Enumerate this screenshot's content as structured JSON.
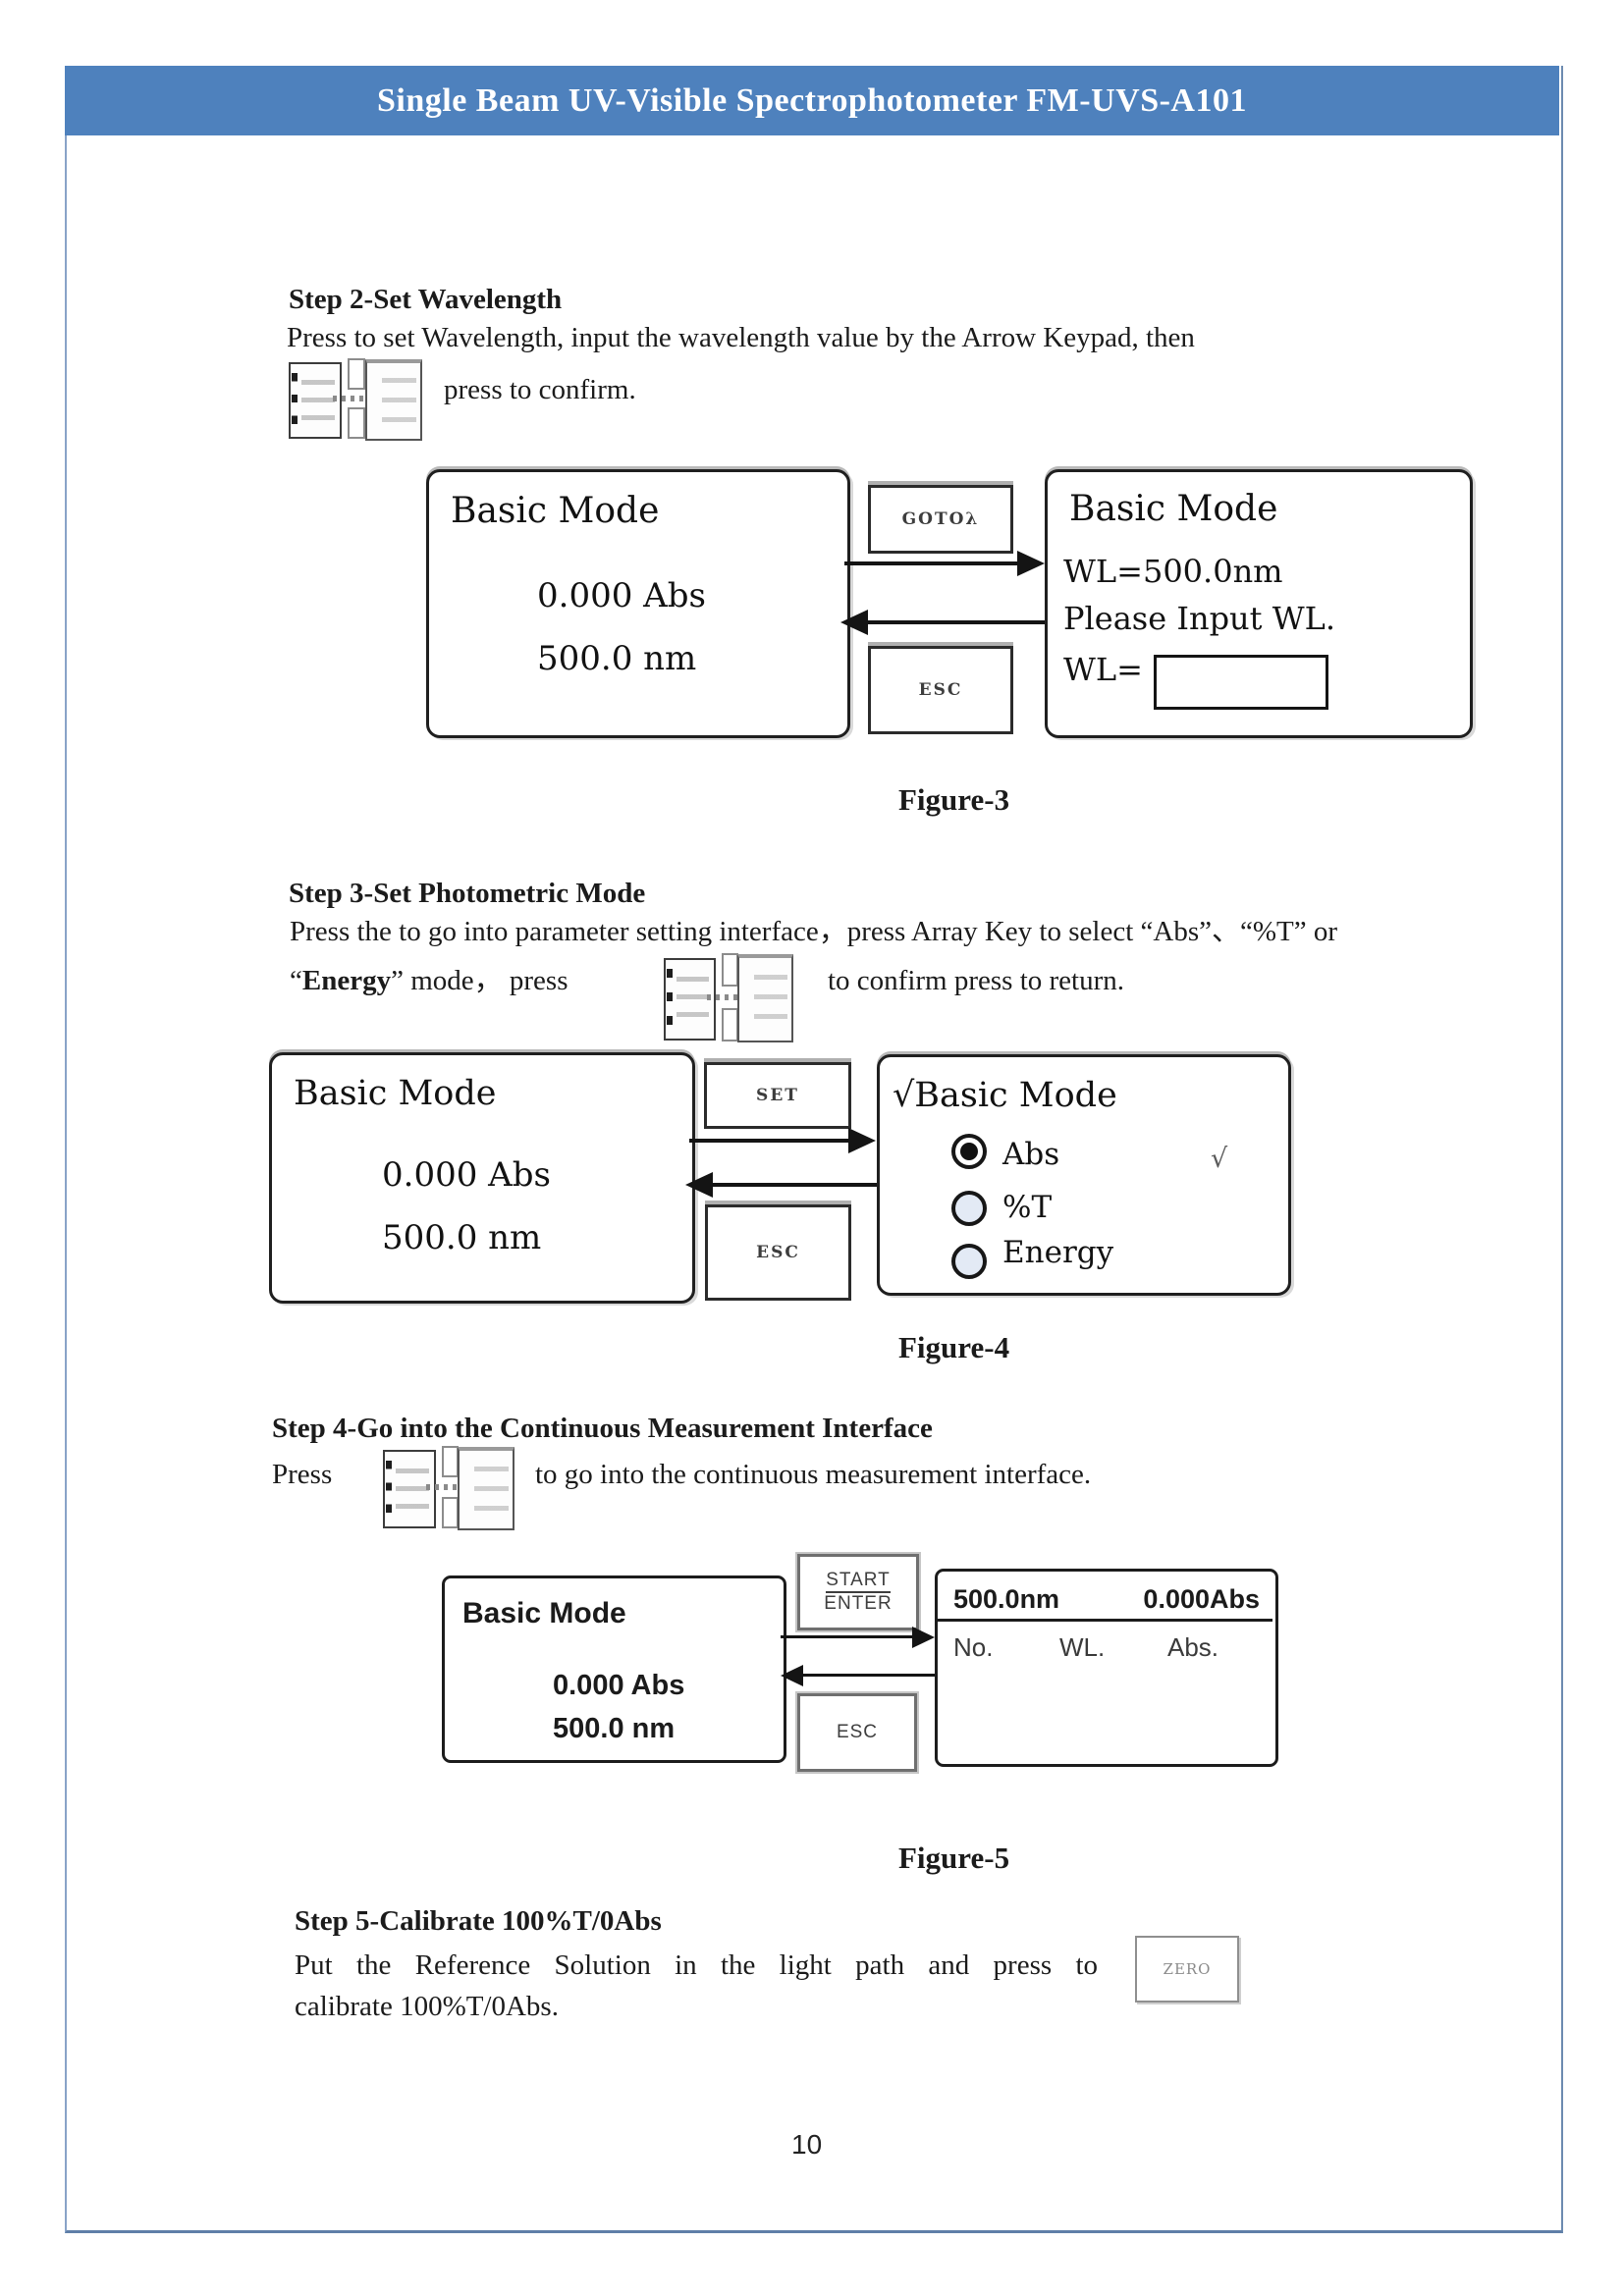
{
  "header": {
    "title": "Single Beam UV-Visible Spectrophotometer FM-UVS-A101",
    "bg_color": "#4e81bd"
  },
  "colors": {
    "frame_border": "#89a3c8",
    "bottom_rule": "#5f7fa8",
    "ink": "#1b1b1b"
  },
  "step2": {
    "heading": "Step 2-Set Wavelength",
    "line1": "Press to set Wavelength, input the wavelength value by the Arrow Keypad, then",
    "line2": "press to confirm."
  },
  "figure3": {
    "caption": "Figure-3",
    "left": {
      "title": "Basic Mode",
      "abs": "0.000 Abs",
      "wl": "500.0 nm"
    },
    "goto_label": "GOTOλ",
    "esc_label": "ESC",
    "right": {
      "title": "Basic Mode",
      "wl_value": "WL=500.0nm",
      "prompt": "Please Input WL.",
      "wl_label": "WL="
    }
  },
  "step3": {
    "heading": "Step 3-Set Photometric Mode",
    "line1": "Press the to go into parameter setting interface，press Array Key to select “Abs”、“%T” or",
    "l2_open": "“",
    "l2_energy": "Energy",
    "l2_mid": "” mode， press",
    "l2_tail": "to confirm press to return."
  },
  "figure4": {
    "caption": "Figure-4",
    "left": {
      "title": "Basic Mode",
      "abs": "0.000 Abs",
      "wl": "500.0 nm"
    },
    "set_label": "SET",
    "esc_label": "ESC",
    "right": {
      "title": "√Basic Mode",
      "options": [
        {
          "label": "Abs",
          "selected": true,
          "check": "√"
        },
        {
          "label": "%T",
          "selected": false
        },
        {
          "label": "Energy",
          "selected": false
        }
      ]
    }
  },
  "step4": {
    "heading": "Step 4-Go into the Continuous Measurement Interface",
    "press": "Press",
    "tail": "to go into the continuous measurement interface."
  },
  "figure5": {
    "caption": "Figure-5",
    "left": {
      "title": "Basic Mode",
      "abs": "0.000 Abs",
      "wl": "500.0 nm"
    },
    "start_label": "START",
    "enter_label": "ENTER",
    "esc_label": "ESC",
    "right": {
      "wl": "500.0nm",
      "abs": "0.000Abs",
      "col_no": "No.",
      "col_wl": "WL.",
      "col_abs": "Abs."
    }
  },
  "step5": {
    "heading": "Step 5-Calibrate 100%T/0Abs",
    "line1": "Put the Reference Solution in the light path and press to",
    "line2": "calibrate 100%T/0Abs.",
    "zero_label": "ZERO"
  },
  "footer": {
    "page_number": "10"
  }
}
